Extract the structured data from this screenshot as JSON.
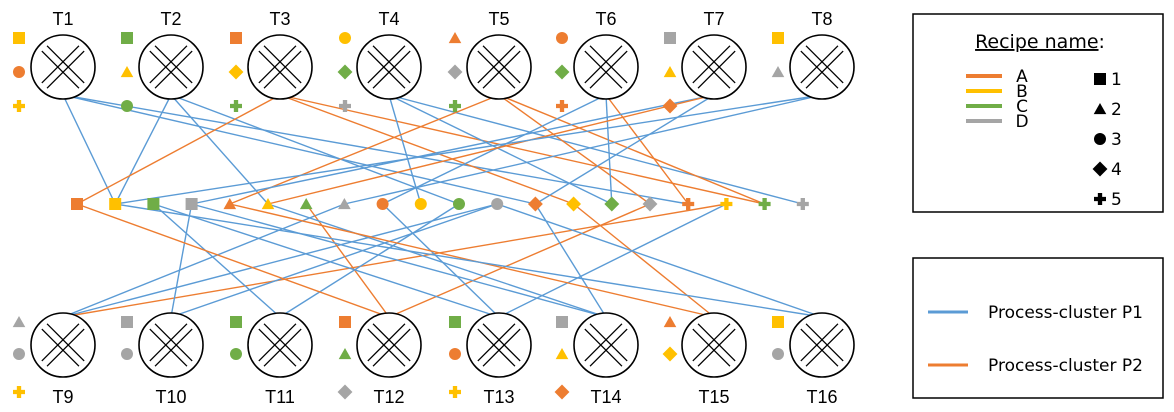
{
  "colors": {
    "recipe": {
      "A": "#ED7D31",
      "B": "#FFC000",
      "C": "#70AD47",
      "D": "#A5A5A5"
    },
    "cluster": {
      "P1": "#5B9BD5",
      "P2": "#ED7D31"
    }
  },
  "tools_top": [
    {
      "label": "T1",
      "markers": [
        [
          "1",
          "B"
        ],
        [
          "3",
          "A"
        ],
        [
          "5",
          "B"
        ]
      ]
    },
    {
      "label": "T2",
      "markers": [
        [
          "1",
          "C"
        ],
        [
          "2",
          "B"
        ],
        [
          "3",
          "C"
        ]
      ]
    },
    {
      "label": "T3",
      "markers": [
        [
          "1",
          "A"
        ],
        [
          "4",
          "B"
        ],
        [
          "5",
          "C"
        ]
      ]
    },
    {
      "label": "T4",
      "markers": [
        [
          "3",
          "B"
        ],
        [
          "4",
          "C"
        ],
        [
          "5",
          "D"
        ]
      ]
    },
    {
      "label": "T5",
      "markers": [
        [
          "2",
          "A"
        ],
        [
          "4",
          "D"
        ],
        [
          "5",
          "C"
        ]
      ]
    },
    {
      "label": "T6",
      "markers": [
        [
          "3",
          "A"
        ],
        [
          "4",
          "C"
        ],
        [
          "5",
          "A"
        ]
      ]
    },
    {
      "label": "T7",
      "markers": [
        [
          "1",
          "D"
        ],
        [
          "2",
          "B"
        ],
        [
          "4",
          "A"
        ]
      ]
    },
    {
      "label": "T8",
      "markers": [
        [
          "1",
          "B"
        ],
        [
          "2",
          "D"
        ]
      ]
    }
  ],
  "tools_bottom": [
    {
      "label": "T9",
      "markers": [
        [
          "2",
          "D"
        ],
        [
          "3",
          "D"
        ],
        [
          "5",
          "B"
        ]
      ]
    },
    {
      "label": "T10",
      "markers": [
        [
          "1",
          "D"
        ],
        [
          "3",
          "D"
        ]
      ]
    },
    {
      "label": "T11",
      "markers": [
        [
          "1",
          "C"
        ],
        [
          "3",
          "C"
        ]
      ]
    },
    {
      "label": "T12",
      "markers": [
        [
          "1",
          "A"
        ],
        [
          "2",
          "C"
        ],
        [
          "4",
          "D"
        ]
      ]
    },
    {
      "label": "T13",
      "markers": [
        [
          "1",
          "C"
        ],
        [
          "3",
          "A"
        ],
        [
          "5",
          "B"
        ]
      ]
    },
    {
      "label": "T14",
      "markers": [
        [
          "1",
          "D"
        ],
        [
          "2",
          "B"
        ],
        [
          "4",
          "A"
        ]
      ]
    },
    {
      "label": "T15",
      "markers": [
        [
          "2",
          "A"
        ],
        [
          "4",
          "B"
        ]
      ]
    },
    {
      "label": "T16",
      "markers": [
        [
          "1",
          "B"
        ],
        [
          "3",
          "D"
        ]
      ]
    }
  ],
  "recipes_middle": [
    [
      "1",
      "A"
    ],
    [
      "1",
      "B"
    ],
    [
      "1",
      "C"
    ],
    [
      "1",
      "D"
    ],
    [
      "2",
      "A"
    ],
    [
      "2",
      "B"
    ],
    [
      "2",
      "C"
    ],
    [
      "2",
      "D"
    ],
    [
      "3",
      "A"
    ],
    [
      "3",
      "B"
    ],
    [
      "3",
      "C"
    ],
    [
      "3",
      "D"
    ],
    [
      "4",
      "A"
    ],
    [
      "4",
      "B"
    ],
    [
      "4",
      "C"
    ],
    [
      "4",
      "D"
    ],
    [
      "5",
      "A"
    ],
    [
      "5",
      "B"
    ],
    [
      "5",
      "C"
    ],
    [
      "5",
      "D"
    ]
  ],
  "links": [
    [
      "T1",
      1,
      "P1"
    ],
    [
      "T1",
      12,
      "P1"
    ],
    [
      "T1",
      16,
      "P1"
    ],
    [
      "T2",
      1,
      "P1"
    ],
    [
      "T2",
      5,
      "P1"
    ],
    [
      "T2",
      10,
      "P1"
    ],
    [
      "T3",
      0,
      "P2"
    ],
    [
      "T3",
      13,
      "P2"
    ],
    [
      "T3",
      18,
      "P2"
    ],
    [
      "T4",
      9,
      "P1"
    ],
    [
      "T4",
      14,
      "P1"
    ],
    [
      "T4",
      19,
      "P1"
    ],
    [
      "T5",
      4,
      "P2"
    ],
    [
      "T5",
      15,
      "P2"
    ],
    [
      "T5",
      18,
      "P2"
    ],
    [
      "T6",
      8,
      "P1"
    ],
    [
      "T6",
      14,
      "P1"
    ],
    [
      "T6",
      16,
      "P2"
    ],
    [
      "T7",
      3,
      "P1"
    ],
    [
      "T7",
      5,
      "P2"
    ],
    [
      "T7",
      12,
      "P1"
    ],
    [
      "T8",
      1,
      "P1"
    ],
    [
      "T8",
      7,
      "P1"
    ],
    [
      "T9",
      7,
      "P1"
    ],
    [
      "T9",
      11,
      "P1"
    ],
    [
      "T9",
      17,
      "P2"
    ],
    [
      "T10",
      3,
      "P1"
    ],
    [
      "T10",
      11,
      "P1"
    ],
    [
      "T11",
      2,
      "P1"
    ],
    [
      "T11",
      10,
      "P1"
    ],
    [
      "T12",
      0,
      "P2"
    ],
    [
      "T12",
      6,
      "P2"
    ],
    [
      "T12",
      15,
      "P2"
    ],
    [
      "T13",
      2,
      "P1"
    ],
    [
      "T13",
      8,
      "P1"
    ],
    [
      "T13",
      17,
      "P1"
    ],
    [
      "T14",
      3,
      "P1"
    ],
    [
      "T14",
      5,
      "P1"
    ],
    [
      "T14",
      12,
      "P1"
    ],
    [
      "T15",
      4,
      "P2"
    ],
    [
      "T15",
      13,
      "P2"
    ],
    [
      "T16",
      1,
      "P1"
    ],
    [
      "T16",
      11,
      "P1"
    ]
  ],
  "legend_recipe": {
    "title_plain": "Recipe name",
    "title_suffix": ":",
    "recipes": [
      "A",
      "B",
      "C",
      "D"
    ],
    "shapes": [
      [
        "square",
        "1"
      ],
      [
        "triangle",
        "2"
      ],
      [
        "circle",
        "3"
      ],
      [
        "diamond",
        "4"
      ],
      [
        "cross",
        "5"
      ]
    ]
  },
  "legend_cluster": [
    {
      "id": "P1",
      "label": "Process-cluster P1"
    },
    {
      "id": "P2",
      "label": "Process-cluster P2"
    }
  ]
}
